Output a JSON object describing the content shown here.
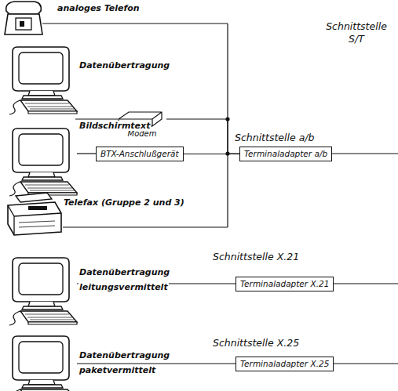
{
  "diagram": {
    "nodes": [
      {
        "text": [
          "Modem"
        ]
      },
      {
        "text": [
          "BTX-Anschlußgerät"
        ]
      },
      {
        "text": [
          "Terminaladapter a/b"
        ]
      },
      {
        "text": [
          "Terminaladapter X.21"
        ]
      },
      {
        "text": [
          "Terminaladapter X.25"
        ]
      }
    ],
    "edges": [
      {
        "from": 0,
        "to": 2,
        "arrow": "none"
      },
      {
        "from": 1,
        "to": 2,
        "arrow": "none"
      }
    ],
    "labels": [
      "analoges Telefon",
      "Datenübertragung",
      "Bildschirmtext",
      "Telefax (Gruppe 2 und 3)",
      "Schnittstelle S/T",
      "Schnittstelle a/b",
      "Schnittstelle X.21",
      "Datenübertragung",
      "leitungsvermittelt",
      "Schnittstelle X.25",
      "Datenübertragung",
      "paketvermittelt"
    ]
  }
}
